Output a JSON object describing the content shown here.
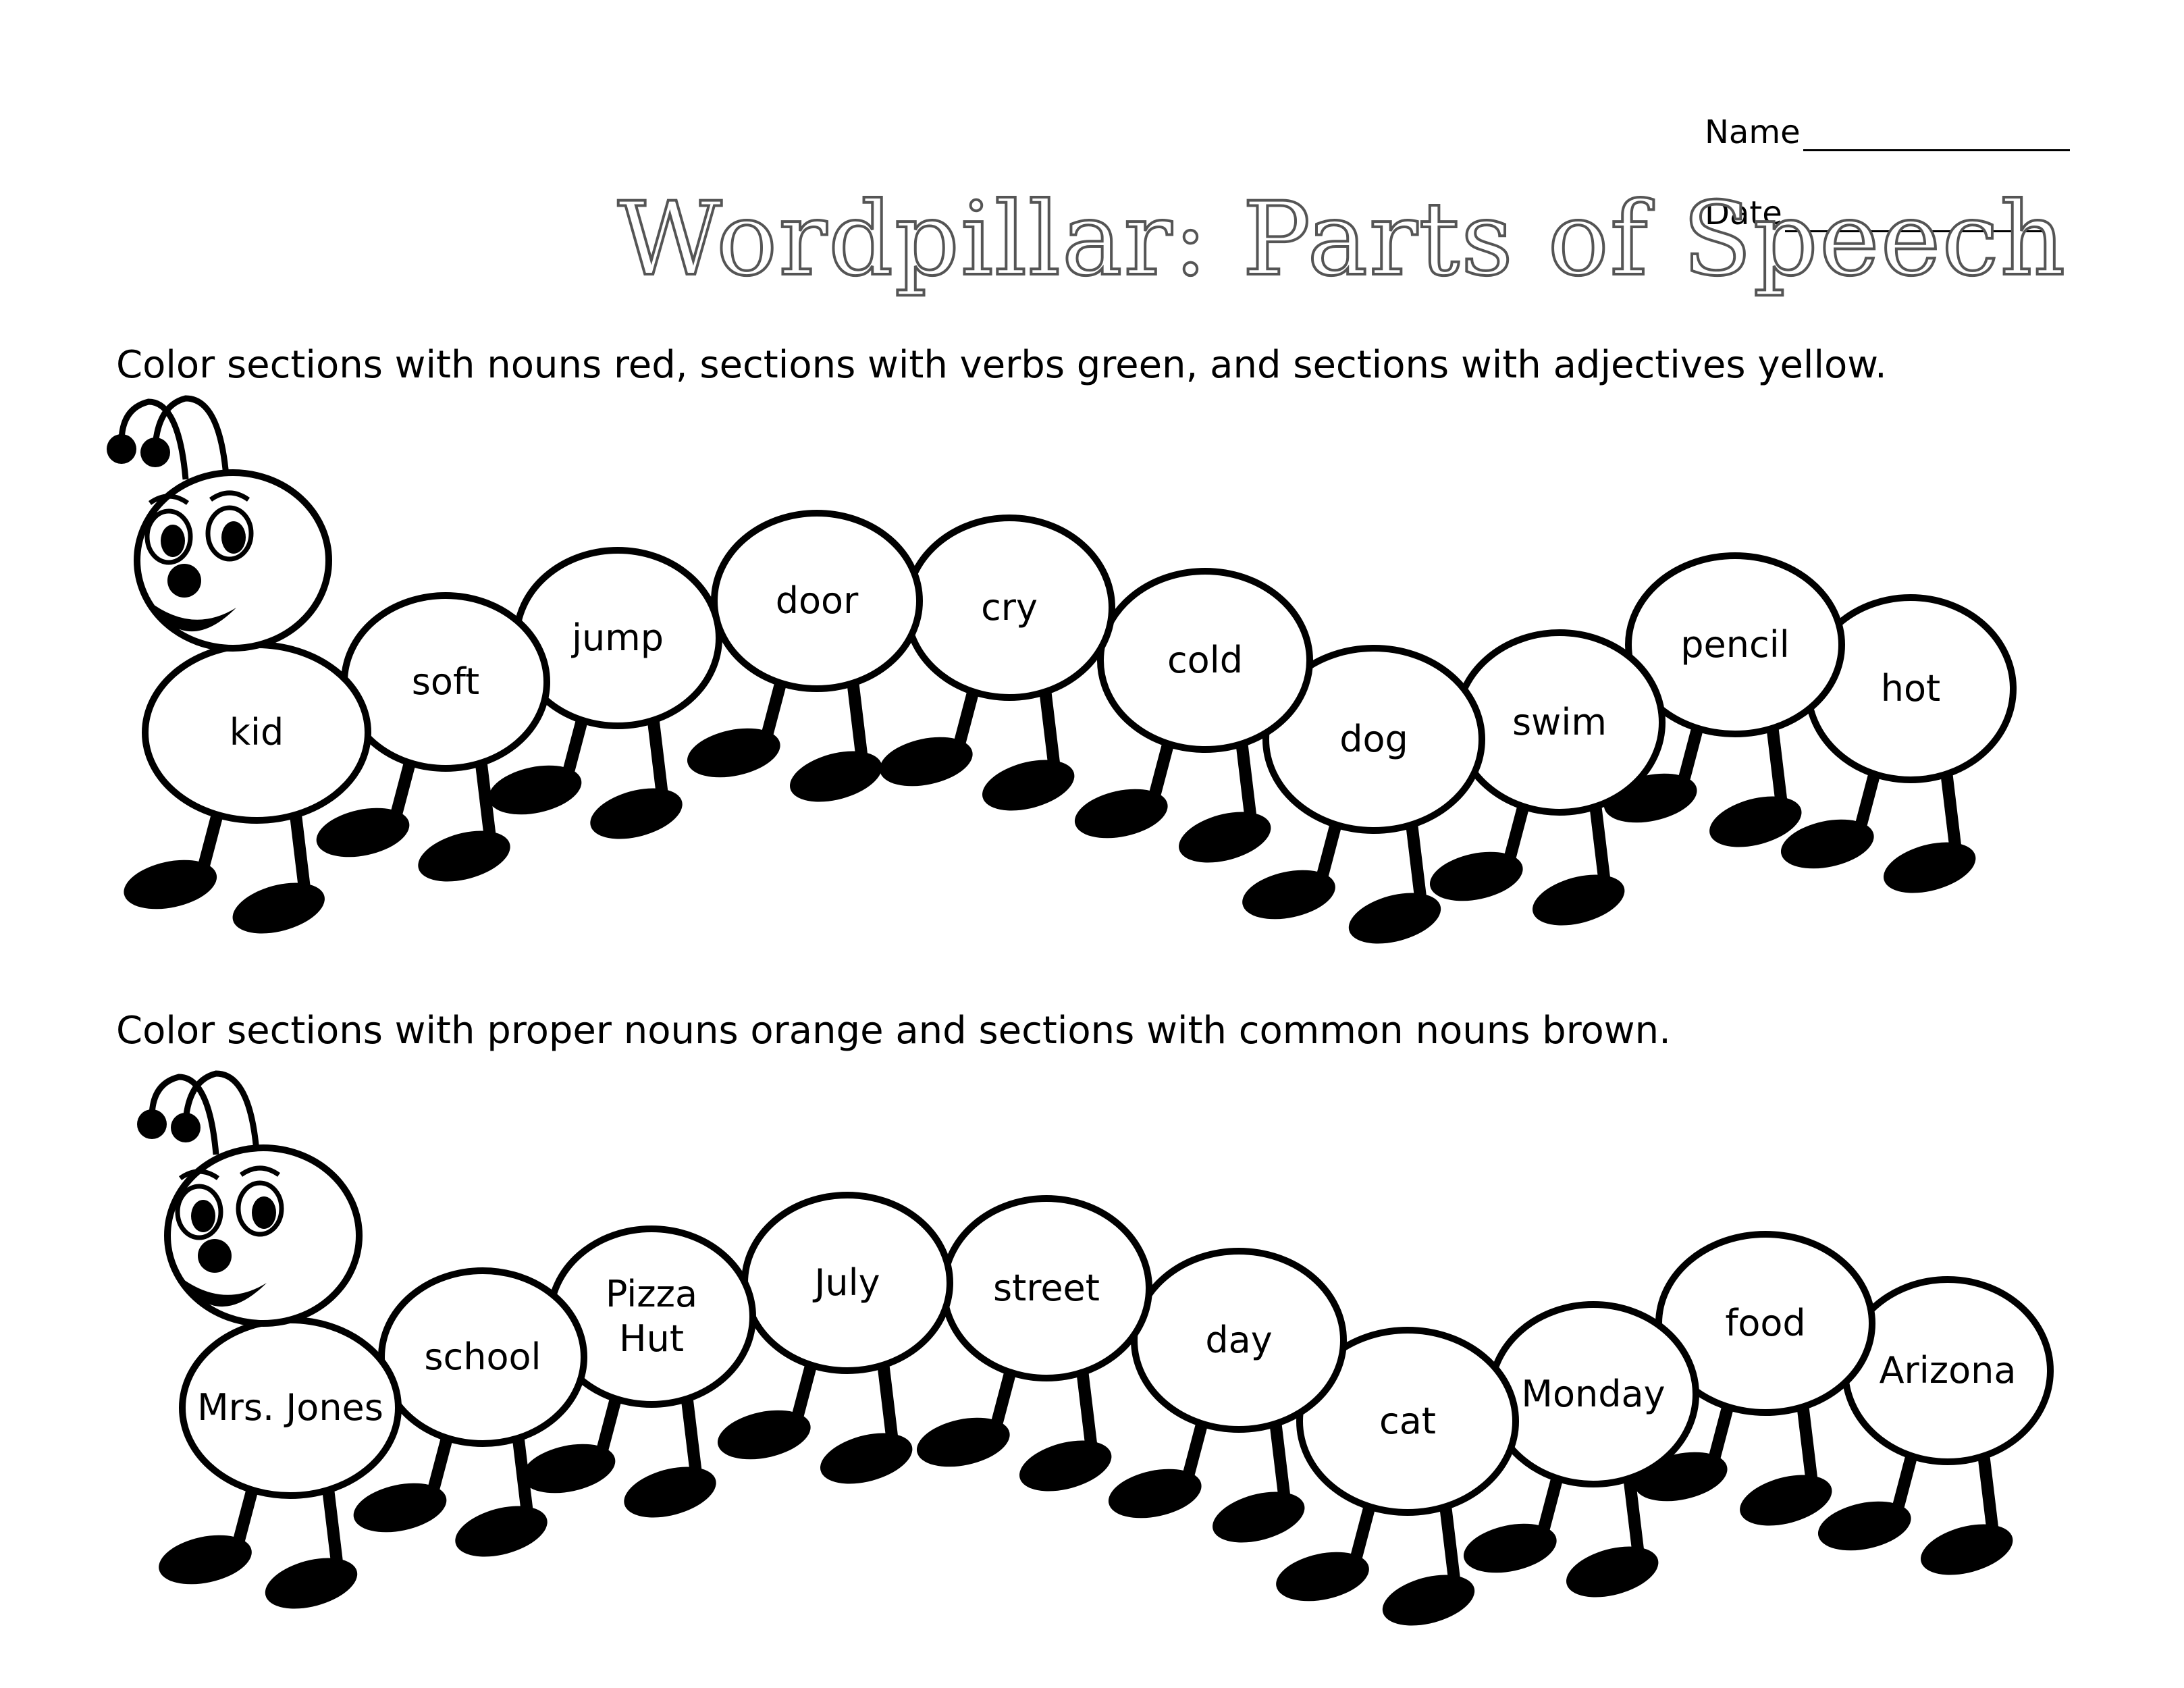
{
  "header": {
    "name_label": "Name",
    "date_label": "Date",
    "title": "Wordpillar: Parts of Speech"
  },
  "instructions": [
    "Color sections with nouns red, sections with verbs green, and sections with adjectives yellow.",
    "Color sections with proper nouns orange and sections with common nouns brown."
  ],
  "caterpillars": [
    {
      "words": [
        "kid",
        "soft",
        "jump",
        "door",
        "cry",
        "cold",
        "dog",
        "swim",
        "pencil",
        "hot"
      ]
    },
    {
      "words": [
        "Mrs. Jones",
        "school",
        "Pizza Hut",
        "July",
        "street",
        "day",
        "cat",
        "Monday",
        "food",
        "Arizona"
      ]
    }
  ]
}
